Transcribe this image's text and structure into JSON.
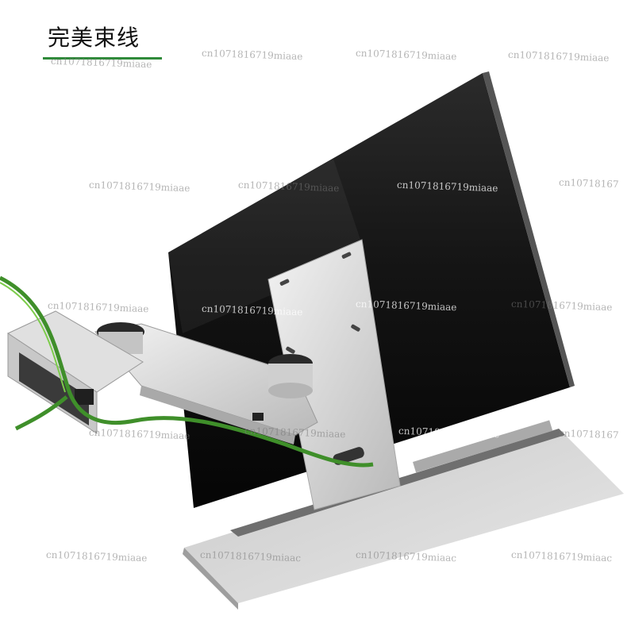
{
  "heading": {
    "text": "完美束线"
  },
  "watermarks": [
    "cn1071816719miaae",
    "cn1071816719miaae",
    "cn1071816719miaae",
    "cn1071816719miaae",
    "cn1071816719miaae",
    "cn1071816719miaae",
    "cn1071816719miaae",
    "cn1071816719miaae",
    "cn1071816719miaae",
    "cn1071816719miaae",
    "cn1071816719miaae",
    "cn1071816719miaae",
    "cn1071816719miaae",
    "cn10718167",
    "cn1071816719miaac",
    "cn10718167",
    "cn1071816719miaac"
  ],
  "colors": {
    "accent_green": "#2f8a3a",
    "cable_green": "#5bb83a",
    "monitor_black": "#111111",
    "metal_silver": "#d9d9d9"
  }
}
